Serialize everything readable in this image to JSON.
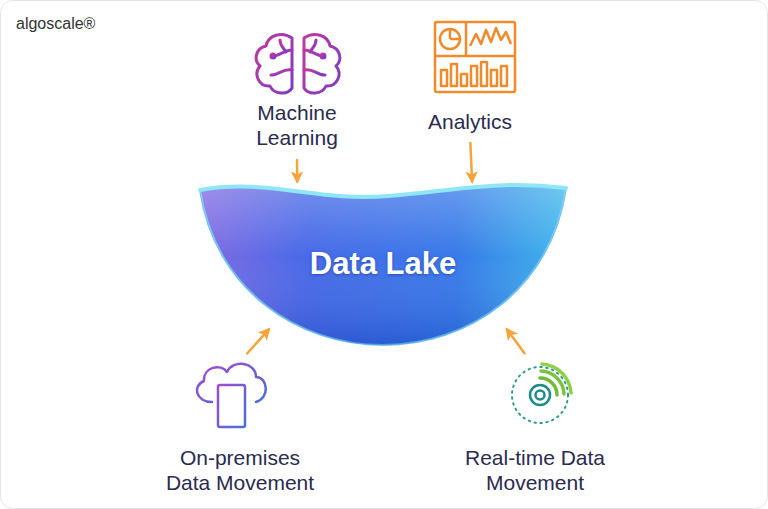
{
  "diagram": {
    "nodes": [
      {
        "text": [
          "Machine Learning"
        ]
      },
      {
        "text": [
          "Analytics"
        ]
      },
      {
        "text": [
          "Data Lake"
        ]
      },
      {
        "text": [
          "On-premises Data Movement"
        ]
      },
      {
        "text": [
          "Real-time Data Movement"
        ]
      }
    ],
    "edges": [
      {
        "from": 0,
        "to": 2,
        "arrow": "to"
      },
      {
        "from": 1,
        "to": 2,
        "arrow": "to"
      },
      {
        "from": 3,
        "to": 2,
        "arrow": "to"
      },
      {
        "from": 4,
        "to": 2,
        "arrow": "to"
      }
    ],
    "labels": [
      "algoscale®"
    ]
  }
}
